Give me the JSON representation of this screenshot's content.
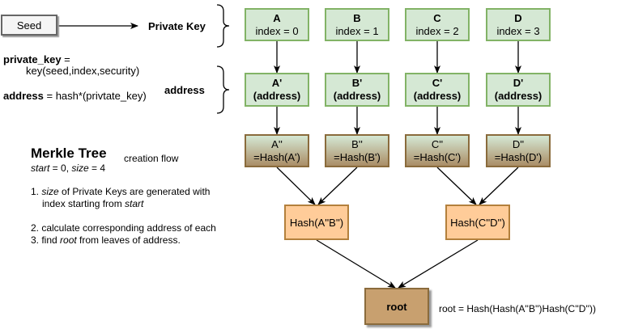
{
  "seed": {
    "label": "Seed"
  },
  "private_key_label": "Private Key",
  "address_label": "address",
  "formulas": {
    "private_key_name": "private_key",
    "private_key_eq": " =",
    "private_key_expr": "key(seed,index,security)",
    "address_name": "address",
    "address_expr": " = hash*(privtate_key)"
  },
  "merkle": {
    "title": "Merkle Tree",
    "subtitle": "creation flow",
    "start_var": "start",
    "start_val": " = 0, ",
    "size_var": "size",
    "size_val": " = 4"
  },
  "steps": {
    "s1_num": "1. ",
    "s1_var": "size",
    "s1_rest": " of Private Keys are generated with",
    "s1_line2": "index starting from ",
    "s1_line2_var": "start",
    "s2": "2. calculate corresponding address of each",
    "s3_pre": "3. find ",
    "s3_var": "root",
    "s3_post": " from leaves of address."
  },
  "keys": [
    {
      "name": "A",
      "index": "index = 0"
    },
    {
      "name": "B",
      "index": "index = 1"
    },
    {
      "name": "C",
      "index": "index = 2"
    },
    {
      "name": "D",
      "index": "index = 3"
    }
  ],
  "addresses": [
    {
      "name": "A'",
      "sub": "(address)"
    },
    {
      "name": "B'",
      "sub": "(address)"
    },
    {
      "name": "C'",
      "sub": "(address)"
    },
    {
      "name": "D'",
      "sub": "(address)"
    }
  ],
  "leaves": [
    {
      "l1": "A''",
      "l2": "=Hash(A')"
    },
    {
      "l1": "B''",
      "l2": "=Hash(B')"
    },
    {
      "l1": "C''",
      "l2": "=Hash(C')"
    },
    {
      "l1": "D''",
      "l2": "=Hash(D')"
    }
  ],
  "hashes": [
    {
      "label": "Hash(A''B'')"
    },
    {
      "label": "Hash(C''D'')"
    }
  ],
  "root": {
    "label": "root",
    "formula": "root = Hash(Hash(A''B'')Hash(C''D''))"
  },
  "colors": {
    "green_fill": "#d5e8d4",
    "green_stroke": "#82b366",
    "orange_fill": "#ffcc99",
    "root_fill": "#c8a06f"
  }
}
